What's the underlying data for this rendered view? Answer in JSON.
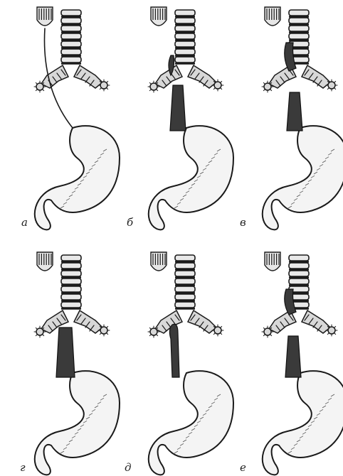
{
  "panels": [
    {
      "id": "a",
      "label": "а",
      "variant": "thread"
    },
    {
      "id": "b",
      "label": "б",
      "variant": "upper-pouch-lower-fistula"
    },
    {
      "id": "v",
      "label": "в",
      "variant": "upper-fistula"
    },
    {
      "id": "g",
      "label": "г",
      "variant": "isolated-upper-pouch"
    },
    {
      "id": "d",
      "label": "д",
      "variant": "isolated-atresia"
    },
    {
      "id": "e",
      "label": "е",
      "variant": "double-fistula"
    }
  ],
  "colors": {
    "ink": "#1a1a1a",
    "fill": "#f4f4f4",
    "dark": "#2a2a2a"
  }
}
